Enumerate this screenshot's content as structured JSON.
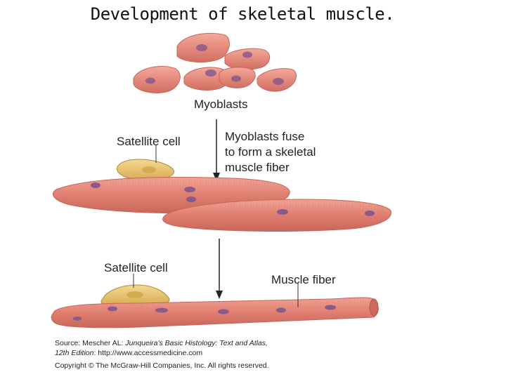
{
  "title": "Development of skeletal muscle.",
  "labels": {
    "myoblasts": "Myoblasts",
    "satellite_cell_top": "Satellite cell",
    "fuse_line1": "Myoblasts fuse",
    "fuse_line2": "to form a skeletal",
    "fuse_line3": "muscle fiber",
    "satellite_cell_bottom": "Satellite cell",
    "muscle_fiber": "Muscle fiber"
  },
  "source": {
    "prefix": "Source: Mescher AL: ",
    "book_title": "Junqueira's Basic Histology: Text and Atlas,",
    "edition": "12th Edition",
    "url": ": http://www.accessmedicine.com",
    "copyright": "Copyright © The McGraw-Hill Companies, Inc. All rights reserved."
  },
  "colors": {
    "cell_fill": "#e48a7c",
    "cell_edge": "#c86457",
    "nucleus": "#8a5a8a",
    "satellite_fill": "#e6c06a",
    "satellite_edge": "#b08a3a"
  }
}
